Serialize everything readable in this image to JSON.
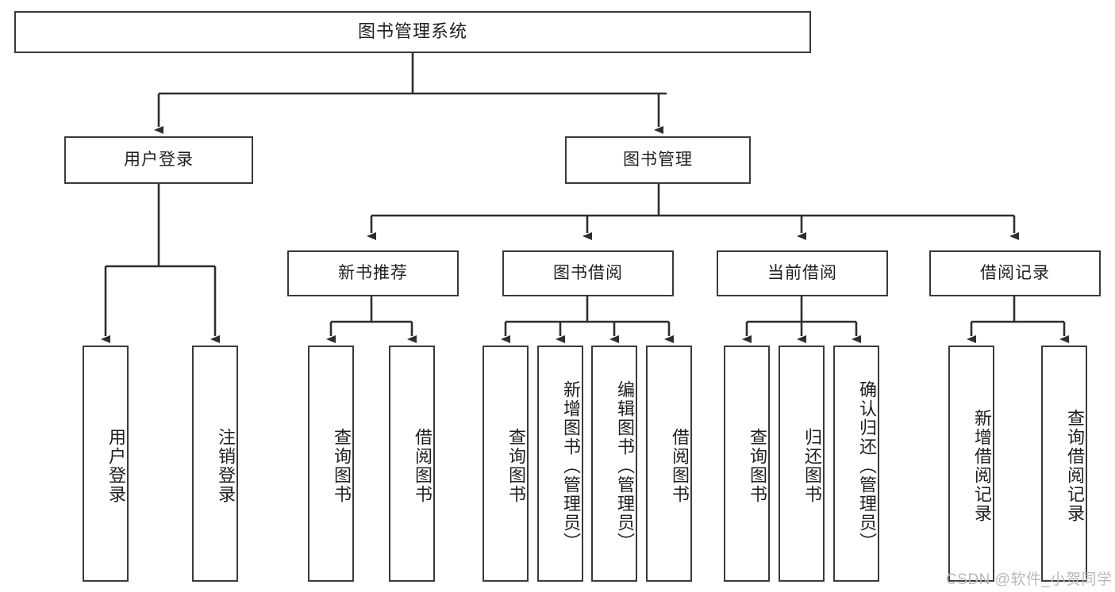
{
  "diagram": {
    "title": "图书管理系统",
    "type": "hierarchy-tree",
    "background_color": "#ffffff",
    "border_color": "#3a3a3a",
    "text_color": "#1f1f1f",
    "levels": {
      "root": {
        "label": "图书管理系统"
      },
      "level1": [
        {
          "id": "user-login",
          "label": "用户登录"
        },
        {
          "id": "book-management",
          "label": "图书管理"
        }
      ],
      "level2": [
        {
          "id": "new-book-recommend",
          "label": "新书推荐",
          "parent": "book-management"
        },
        {
          "id": "book-borrow",
          "label": "图书借阅",
          "parent": "book-management"
        },
        {
          "id": "current-borrow",
          "label": "当前借阅",
          "parent": "book-management"
        },
        {
          "id": "borrow-record",
          "label": "借阅记录",
          "parent": "book-management"
        }
      ],
      "leaves": {
        "user-login": [
          {
            "id": "leaf-user-login",
            "label": "用户登录"
          },
          {
            "id": "leaf-user-logout",
            "label": "注销登录"
          }
        ],
        "new-book-recommend": [
          {
            "id": "leaf-query-book-1",
            "label": "查询图书"
          },
          {
            "id": "leaf-borrow-book-1",
            "label": "借阅图书"
          }
        ],
        "book-borrow": [
          {
            "id": "leaf-query-book-2",
            "label": "查询图书"
          },
          {
            "id": "leaf-add-book",
            "label": "新增图书（管理员）"
          },
          {
            "id": "leaf-edit-book",
            "label": "编辑图书（管理员）"
          },
          {
            "id": "leaf-borrow-book-2",
            "label": "借阅图书"
          }
        ],
        "current-borrow": [
          {
            "id": "leaf-query-book-3",
            "label": "查询图书"
          },
          {
            "id": "leaf-return-book",
            "label": "归还图书"
          },
          {
            "id": "leaf-confirm-return",
            "label": "确认归还（管理员）"
          }
        ],
        "borrow-record": [
          {
            "id": "leaf-add-record",
            "label": "新增借阅记录"
          },
          {
            "id": "leaf-query-record",
            "label": "查询借阅记录"
          }
        ]
      }
    },
    "watermark": "CSDN @软件_小贺同学"
  }
}
